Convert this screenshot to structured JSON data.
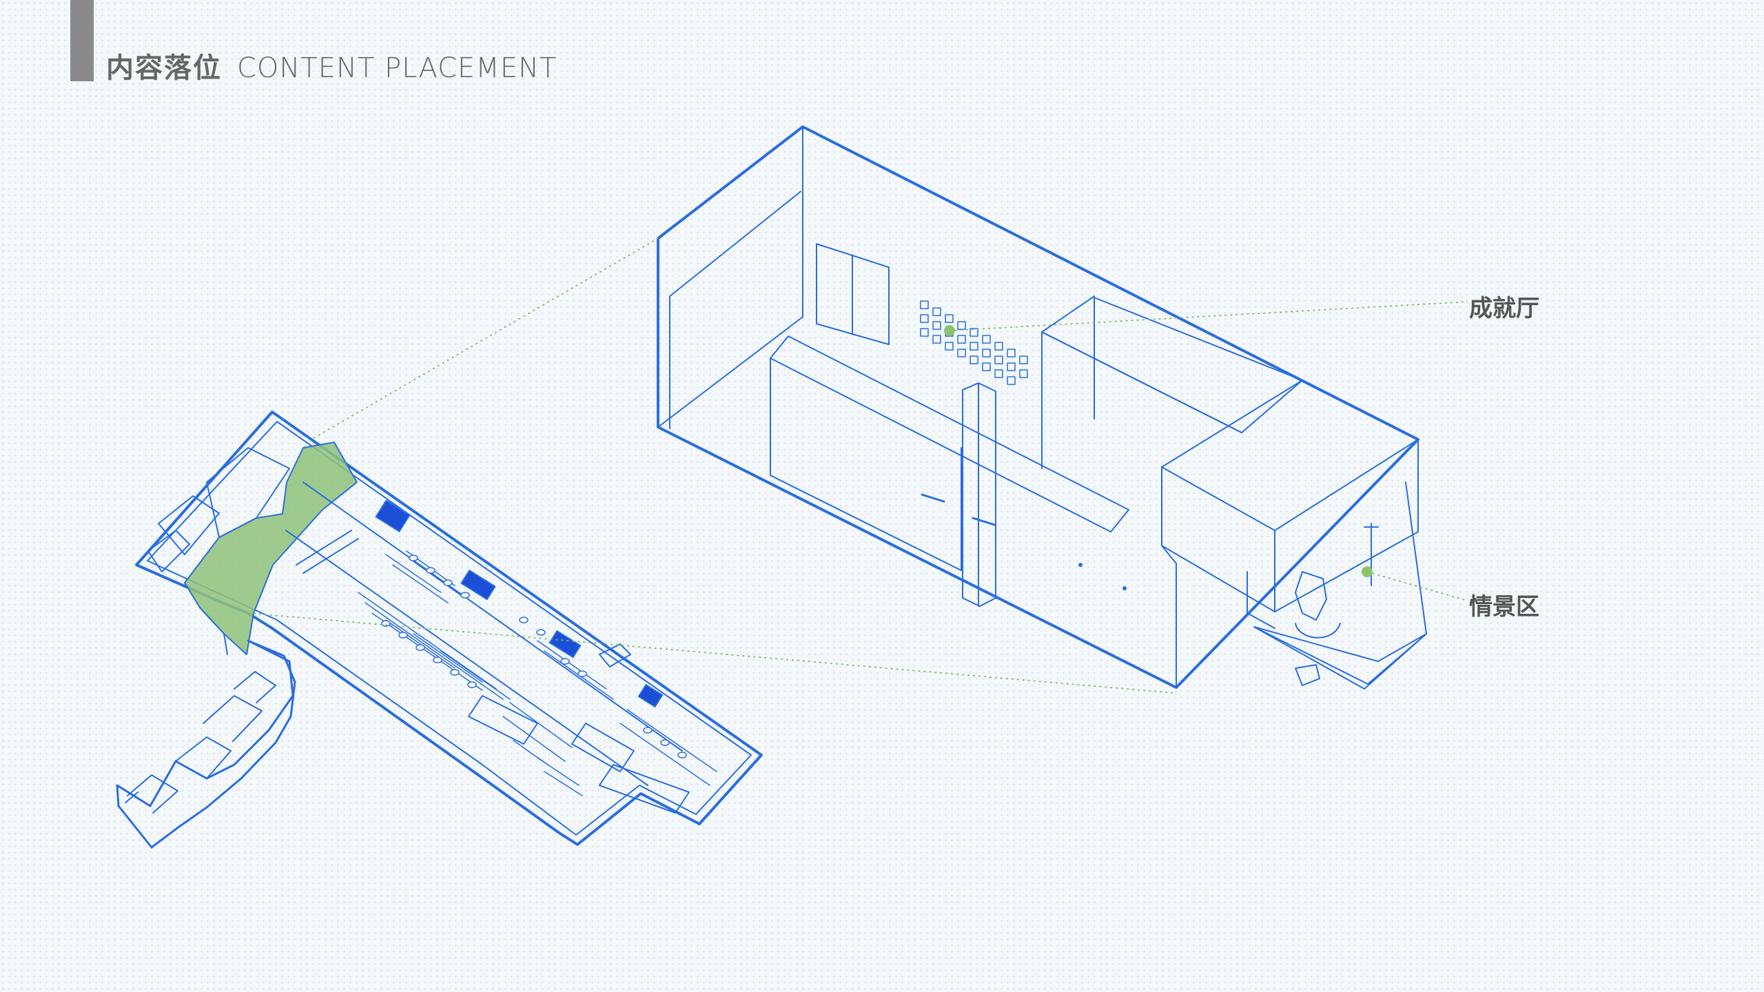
{
  "header": {
    "title_cn": "内容落位",
    "title_en": "CONTENT PLACEMENT"
  },
  "callouts": [
    {
      "label": "成就厅"
    },
    {
      "label": "情景区"
    }
  ],
  "colors": {
    "line_blue": "#2a6de0",
    "highlight_green": "#8fc27a",
    "callout_dot": "#8cc46e",
    "dotted_line": "#86b86e",
    "title_gray": "#666666",
    "accent_bar": "#8a8a8a"
  }
}
